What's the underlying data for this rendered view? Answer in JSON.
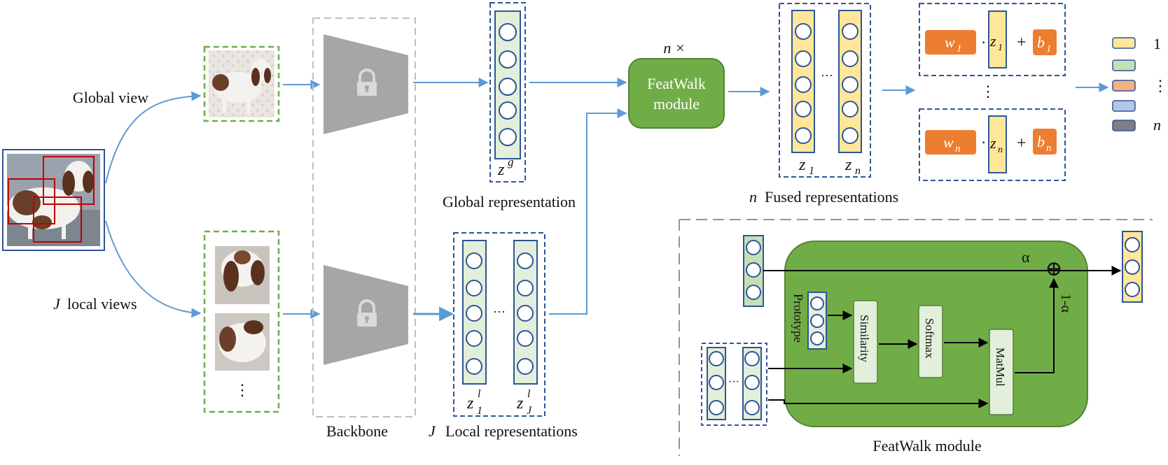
{
  "labels": {
    "global_view": "Global view",
    "local_views_J": "J",
    "local_views": "local views",
    "backbone": "Backbone",
    "global_repr": "Global representation",
    "local_repr_J": "J",
    "local_repr": "Local representations",
    "n_times": "n ×",
    "featwalk_line1": "FeatWalk",
    "featwalk_line2": "module",
    "fused_n": "n",
    "fused_repr": "Fused representations",
    "featwalk_caption": "FeatWalk module",
    "prototype": "Prototype",
    "similarity": "Similarity",
    "softmax": "Softmax",
    "matmul": "MatMul",
    "alpha": "α",
    "one_minus_alpha": "1-α",
    "ellipsis_h": "···",
    "ellipsis_v": "⋮",
    "oplus": "⊕"
  },
  "math": {
    "zg_base": "z",
    "zg_sup": "g",
    "z1l_base": "z",
    "z1l_sup": "l",
    "z1l_sub": "1",
    "zJl_base": "z",
    "zJl_sup": "l",
    "zJl_sub": "J",
    "z1_base": "z",
    "z1_sub": "1",
    "zn_base": "z",
    "zn_sub": "n",
    "w1_base": "w",
    "w1_sub": "1",
    "wn_base": "w",
    "wn_sub": "n",
    "b1_base": "b",
    "b1_sub": "1",
    "bn_base": "b",
    "bn_sub": "n",
    "dot": "·",
    "plus": "+"
  },
  "legend": {
    "label_first": "1",
    "label_mid": "⋮",
    "label_last": "n"
  },
  "colors": {
    "green_module": "#70AD47",
    "green_light": "#E2EFDA",
    "yellow": "#FFE699",
    "orange": "#ED7D31",
    "salmon": "#F4B183",
    "lilac": "#B4C7E7",
    "slate": "#7F7F7F",
    "blue_dash": "#2F5597",
    "green_dash": "#70AD47",
    "arrow_blue": "#5B9BD5",
    "gray_backbone": "#BFBFBF"
  },
  "icons": {
    "lock": "lock-icon"
  }
}
